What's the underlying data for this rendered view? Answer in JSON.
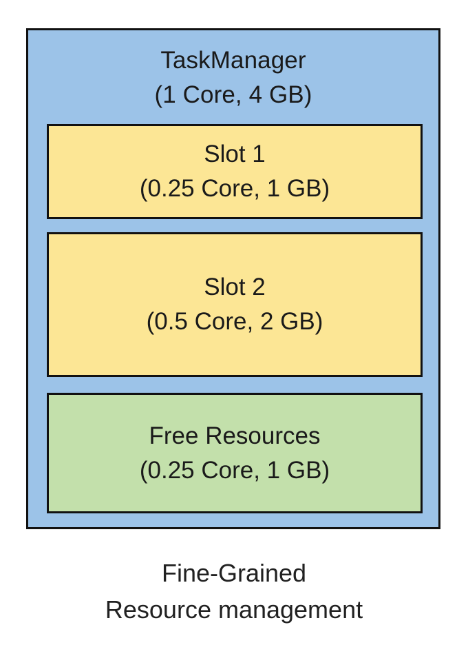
{
  "diagram": {
    "type": "nested-block-diagram",
    "container": {
      "name": "TaskManager",
      "title": "TaskManager",
      "resources": "(1 Core, 4 GB)",
      "fill_color": "#9cc3e8",
      "border_color": "#111111"
    },
    "blocks": [
      {
        "id": "slot-1",
        "title": "Slot 1",
        "resources": "(0.25 Core, 1 GB)",
        "cores": "0.25",
        "memory": "1 GB",
        "fill_color": "#fce695"
      },
      {
        "id": "slot-2",
        "title": "Slot 2",
        "resources": "(0.5 Core, 2 GB)",
        "cores": "0.5",
        "memory": "2 GB",
        "fill_color": "#fce695"
      },
      {
        "id": "free-resources",
        "title": "Free Resources",
        "resources": "(0.25 Core, 1 GB)",
        "cores": "0.25",
        "memory": "1 GB",
        "fill_color": "#c3e0ab"
      }
    ],
    "caption": {
      "line1": "Fine-Grained",
      "line2": "Resource management"
    }
  }
}
